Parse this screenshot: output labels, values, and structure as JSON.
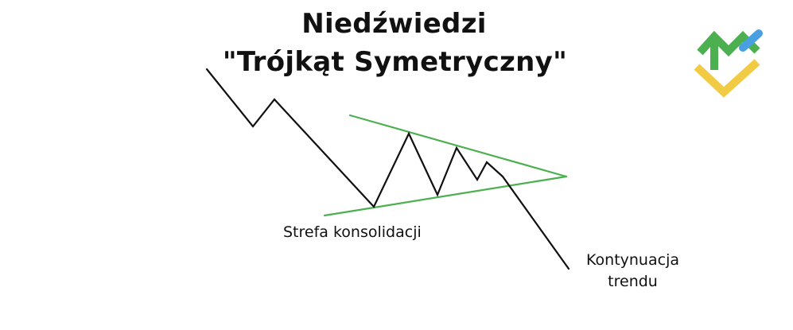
{
  "title": {
    "line1": "Niedźwiedzi",
    "line2": "\"Trójkąt Symetryczny\""
  },
  "labels": {
    "consolidation": "Strefa konsolidacji",
    "continuation_line1": "Kontynuacja",
    "continuation_line2": "trendu"
  },
  "colors": {
    "price_line": "#111111",
    "trendlines": "#4caf50",
    "logo_green": "#4caf50",
    "logo_blue": "#4a9fe0",
    "logo_yellow": "#f2cb45"
  },
  "logo": {
    "icon": "brand-logo-icon"
  }
}
